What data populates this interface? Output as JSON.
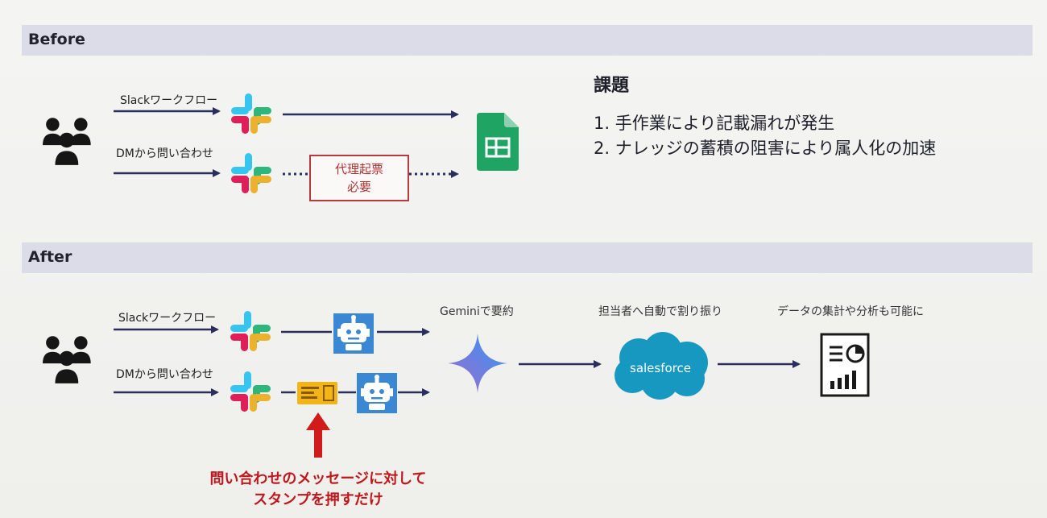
{
  "before": {
    "header": "Before",
    "flow1_label": "Slackワークフロー",
    "flow2_label": "DMから問い合わせ",
    "proxy_box": [
      "代理起票",
      "必要"
    ]
  },
  "issues": {
    "title": "課題",
    "items": [
      "1.  手作業により記載漏れが発生",
      "2.  ナレッジの蓄積の阻害により属人化の加速"
    ]
  },
  "after": {
    "header": "After",
    "flow1_label": "Slackワークフロー",
    "flow2_label": "DMから問い合わせ",
    "gemini_label": "Geminiで要約",
    "assign_label": "担当者へ自動で割り振り",
    "analysis_label": "データの集計や分析も可能に",
    "salesforce_text": "salesforce",
    "stamp_note": [
      "問い合わせのメッセージに対して",
      "スタンプを押すだけ"
    ]
  },
  "colors": {
    "arrow": "#2a2e5c",
    "header_bar": "#dcdce8",
    "note_red": "#c0161c",
    "sheets_green": "#20a464",
    "salesforce_blue": "#1798c1",
    "bot_blue": "#3a88d4"
  },
  "icons": [
    "users-icon",
    "slack-icon",
    "google-sheets-icon",
    "bot-icon",
    "stamp-icon",
    "gemini-icon",
    "salesforce-logo",
    "report-icon",
    "up-arrow-icon"
  ]
}
